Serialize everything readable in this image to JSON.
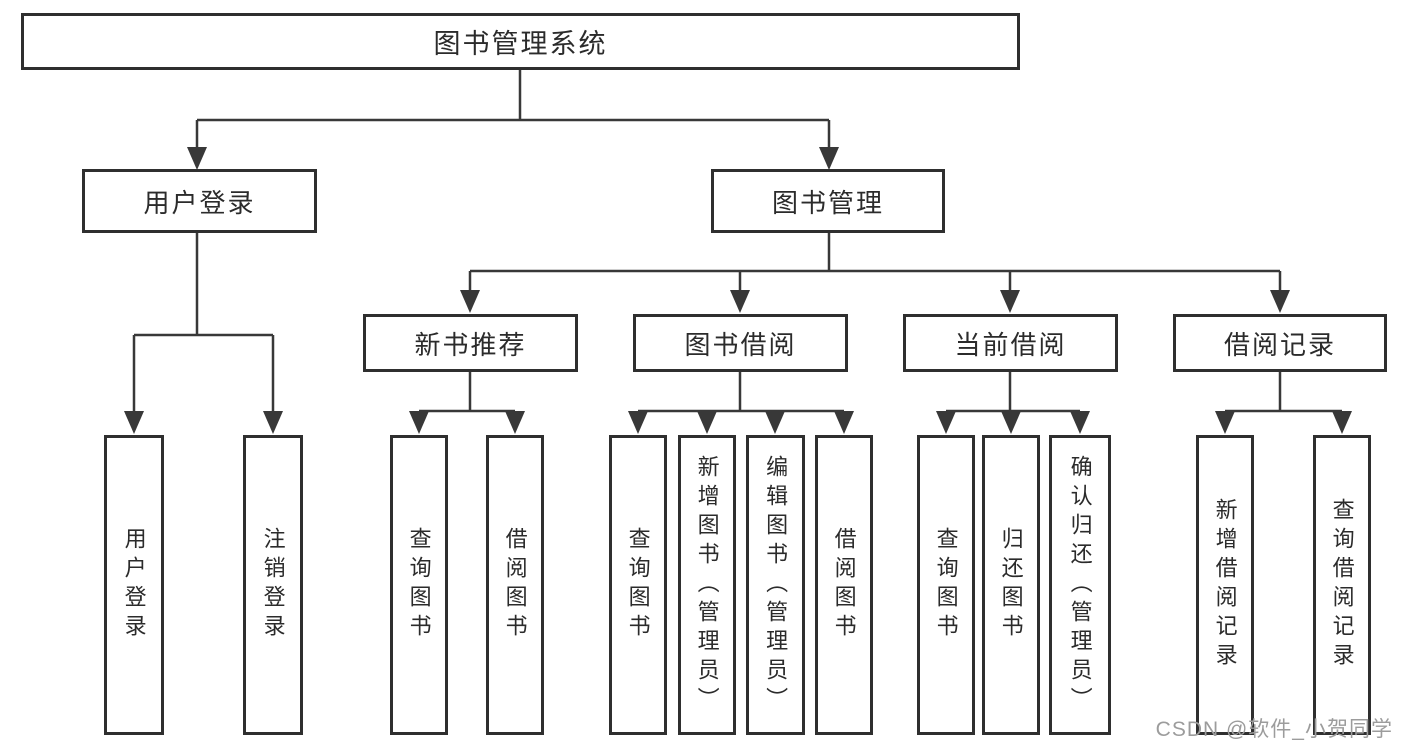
{
  "tree": {
    "root": {
      "label": "图书管理系统"
    },
    "branches": [
      {
        "label": "用户登录",
        "children": [
          {
            "label": "用户登录"
          },
          {
            "label": "注销登录"
          }
        ]
      },
      {
        "label": "图书管理",
        "sections": [
          {
            "label": "新书推荐",
            "children": [
              {
                "label": "查询图书"
              },
              {
                "label": "借阅图书"
              }
            ]
          },
          {
            "label": "图书借阅",
            "children": [
              {
                "label": "查询图书"
              },
              {
                "label": "新增图书（管理员）"
              },
              {
                "label": "编辑图书（管理员）"
              },
              {
                "label": "借阅图书"
              }
            ]
          },
          {
            "label": "当前借阅",
            "children": [
              {
                "label": "查询图书"
              },
              {
                "label": "归还图书"
              },
              {
                "label": "确认归还（管理员）"
              }
            ]
          },
          {
            "label": "借阅记录",
            "children": [
              {
                "label": "新增借阅记录"
              },
              {
                "label": "查询借阅记录"
              }
            ]
          }
        ]
      }
    ]
  },
  "watermark": {
    "text": "CSDN @软件_小贺同学"
  },
  "colors": {
    "line": "#383838",
    "box_border": "#2f2f2f",
    "text": "#2b2b2b",
    "watermark": "#9c9c9c",
    "background": "#ffffff"
  }
}
